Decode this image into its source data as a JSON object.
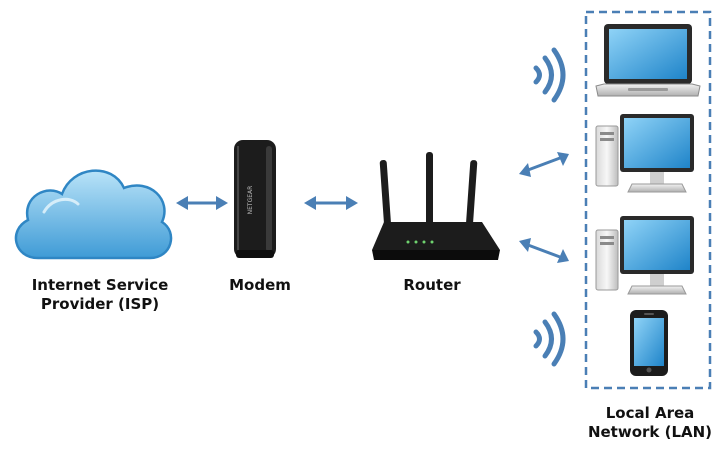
{
  "labels": {
    "isp": {
      "line1": "Internet Service",
      "line2": "Provider (ISP)"
    },
    "modem": "Modem",
    "router": "Router",
    "lan": {
      "line1": "Local Area",
      "line2": "Network (LAN)"
    }
  },
  "modem_brand": "NETGEAR",
  "icons": {
    "isp": "cloud-icon",
    "modem": "modem-icon",
    "router": "router-icon",
    "laptop": "laptop-icon",
    "desktop": "desktop-computer-icon",
    "phone": "smartphone-icon",
    "wifi": "wifi-signal-icon",
    "arrow": "double-arrow-icon"
  },
  "colors": {
    "arrow": "#4a7fb5",
    "lan_border": "#4a7fb5",
    "cloud_fill": "#7ec3ea",
    "screen_fill": "#3aa3e0",
    "device_dark": "#1c1c1c"
  }
}
